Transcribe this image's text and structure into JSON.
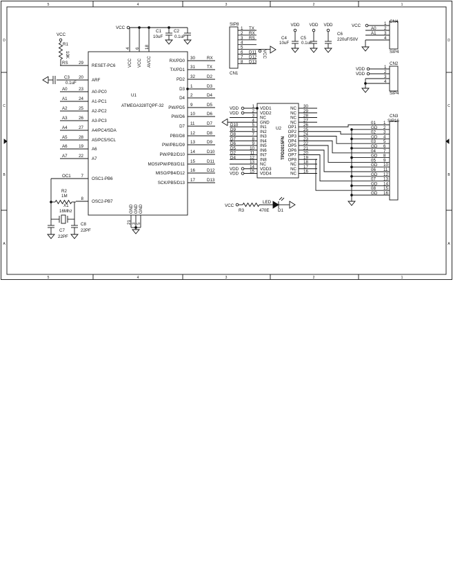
{
  "frame": {
    "columns": [
      "5",
      "4",
      "3",
      "2",
      "1"
    ],
    "rows": [
      "D",
      "C",
      "B",
      "A"
    ]
  },
  "u1": {
    "ref": "U1",
    "part": "ATMEGA328TQPF-32",
    "top": [
      {
        "pin": "4",
        "name": "VCC"
      },
      {
        "pin": "6",
        "name": "VCC"
      },
      {
        "pin": "18",
        "name": "AVCC"
      }
    ],
    "bottom": [
      {
        "pin": "21",
        "name": "GND"
      },
      {
        "pin": "3",
        "name": "GND"
      },
      {
        "pin": "5",
        "name": "GND"
      }
    ],
    "left": [
      {
        "pin": "29",
        "name": "RESET-PC6",
        "net": "RS"
      },
      {
        "pin": "20",
        "name": "ARF",
        "net": ""
      },
      {
        "pin": "23",
        "name": "A0-PC0",
        "net": "A0"
      },
      {
        "pin": "24",
        "name": "A1-PC1",
        "net": "A1"
      },
      {
        "pin": "25",
        "name": "A2-PC2",
        "net": "A2"
      },
      {
        "pin": "26",
        "name": "A3-PC3",
        "net": "A3"
      },
      {
        "pin": "27",
        "name": "A4/PC4/SDA",
        "net": "A4"
      },
      {
        "pin": "28",
        "name": "A5/PC5/SCL",
        "net": "A5"
      },
      {
        "pin": "19",
        "name": "A6",
        "net": "A6"
      },
      {
        "pin": "22",
        "name": "A7",
        "net": "A7"
      },
      {
        "pin": "7",
        "name": "OSC1-PB6",
        "net": "OC1"
      },
      {
        "pin": "8",
        "name": "OSC2-PB7",
        "net": ""
      }
    ],
    "right": [
      {
        "pin": "30",
        "name": "RX/PD0",
        "net": "RX"
      },
      {
        "pin": "31",
        "name": "TX/PD1",
        "net": "TX"
      },
      {
        "pin": "32",
        "name": "PD2",
        "net": "D2"
      },
      {
        "pin": "1",
        "name": "D3",
        "net": "D3"
      },
      {
        "pin": "2",
        "name": "D4",
        "net": "D4"
      },
      {
        "pin": "9",
        "name": "PW/PD5",
        "net": "D5"
      },
      {
        "pin": "10",
        "name": "PW/D6",
        "net": "D6"
      },
      {
        "pin": "11",
        "name": "D7",
        "net": "D7"
      },
      {
        "pin": "12",
        "name": "PB0/D8",
        "net": "D8"
      },
      {
        "pin": "13",
        "name": "PW/PB1/D9",
        "net": "D9"
      },
      {
        "pin": "14",
        "name": "PW/PB2/D10",
        "net": "D10"
      },
      {
        "pin": "15",
        "name": "MOSI/PW/PB3/D11",
        "net": "D11"
      },
      {
        "pin": "16",
        "name": "MISO/PB4/D12",
        "net": "D12"
      },
      {
        "pin": "17",
        "name": "SCK/PB5/D13",
        "net": "D13"
      }
    ]
  },
  "power": {
    "vcc": "VCC",
    "vdd": "VDD"
  },
  "parts": {
    "c1": {
      "ref": "C1",
      "value": "10uF"
    },
    "c2": {
      "ref": "C2",
      "value": "0.1uF"
    },
    "c3": {
      "ref": "C3",
      "value": "0.1uF"
    },
    "r1": {
      "ref": "R1",
      "value": "10K"
    },
    "r2": {
      "ref": "R2",
      "value": "1M"
    },
    "x1": {
      "ref": "X1",
      "value": "16Mhz"
    },
    "c7": {
      "ref": "C7",
      "value": "22PF"
    },
    "c8": {
      "ref": "C8",
      "value": "22PF"
    },
    "c4": {
      "ref": "C4",
      "value": "10uF"
    },
    "c5": {
      "ref": "C5",
      "value": "0.1uF"
    },
    "c6": {
      "ref": "C6",
      "value": "220uF/50V"
    },
    "r3": {
      "ref": "R3",
      "value": "470E"
    },
    "d1": {
      "ref": "D1",
      "value": "LED"
    }
  },
  "cn1": {
    "ref": "CN1",
    "type": "SIP8",
    "pins": [
      {
        "pin": "1",
        "net": "TX"
      },
      {
        "pin": "2",
        "net": "RX"
      },
      {
        "pin": "3",
        "net": "RS"
      },
      {
        "pin": "4",
        "net": ""
      },
      {
        "pin": "5",
        "net": ""
      },
      {
        "pin": "6",
        "net": "D11"
      },
      {
        "pin": "7",
        "net": "D12"
      },
      {
        "pin": "8",
        "net": "D13"
      }
    ]
  },
  "cn4": {
    "ref": "CN4",
    "type": "SIP4",
    "pins": [
      {
        "pin": "1",
        "net": ""
      },
      {
        "pin": "2",
        "net": "A0"
      },
      {
        "pin": "3",
        "net": "A1"
      },
      {
        "pin": "4",
        "net": ""
      }
    ]
  },
  "cn2": {
    "ref": "CN2",
    "type": "SIP4",
    "pins": [
      {
        "pin": "1",
        "net": ""
      },
      {
        "pin": "2",
        "net": ""
      },
      {
        "pin": "3",
        "net": ""
      },
      {
        "pin": "4",
        "net": ""
      }
    ]
  },
  "u2": {
    "ref": "U2",
    "part": "TPD2015FN",
    "left": [
      {
        "pin": "1",
        "name": "VDD1",
        "net": "VDD"
      },
      {
        "pin": "2",
        "name": "VDD2",
        "net": "VDD"
      },
      {
        "pin": "3",
        "name": "NC",
        "net": ""
      },
      {
        "pin": "4",
        "name": "GND",
        "net": ""
      },
      {
        "pin": "5",
        "name": "IN1",
        "net": "D10"
      },
      {
        "pin": "6",
        "name": "IN2",
        "net": "D9"
      },
      {
        "pin": "7",
        "name": "IN3",
        "net": "D8"
      },
      {
        "pin": "8",
        "name": "IN4",
        "net": "D7"
      },
      {
        "pin": "9",
        "name": "IN5",
        "net": "D6"
      },
      {
        "pin": "10",
        "name": "IN6",
        "net": "D5"
      },
      {
        "pin": "11",
        "name": "IN7",
        "net": "D2"
      },
      {
        "pin": "12",
        "name": "IN8",
        "net": "D4"
      },
      {
        "pin": "13",
        "name": "NC",
        "net": ""
      },
      {
        "pin": "14",
        "name": "VDD3",
        "net": "VDD"
      },
      {
        "pin": "15",
        "name": "VDD4",
        "net": "VDD"
      }
    ],
    "right": [
      {
        "pin": "30",
        "name": "NC"
      },
      {
        "pin": "29",
        "name": "NC"
      },
      {
        "pin": "28",
        "name": "NC"
      },
      {
        "pin": "27",
        "name": "NC"
      },
      {
        "pin": "26",
        "name": "OP1"
      },
      {
        "pin": "25",
        "name": "OP2"
      },
      {
        "pin": "24",
        "name": "OP3"
      },
      {
        "pin": "23",
        "name": "OP4"
      },
      {
        "pin": "22",
        "name": "OP5"
      },
      {
        "pin": "21",
        "name": "OP6"
      },
      {
        "pin": "20",
        "name": "OP7"
      },
      {
        "pin": "19",
        "name": "OP8"
      },
      {
        "pin": "18",
        "name": "NC"
      },
      {
        "pin": "17",
        "name": "NC"
      },
      {
        "pin": "16",
        "name": "NC"
      }
    ]
  },
  "cn3": {
    "ref": "CN3",
    "type": "SIP16",
    "pins": [
      {
        "pin": "1",
        "net": "01"
      },
      {
        "pin": "2",
        "net": "GD"
      },
      {
        "pin": "3",
        "net": "02"
      },
      {
        "pin": "4",
        "net": "GD"
      },
      {
        "pin": "5",
        "net": "03"
      },
      {
        "pin": "6",
        "net": "GD"
      },
      {
        "pin": "7",
        "net": "04"
      },
      {
        "pin": "8",
        "net": "GD"
      },
      {
        "pin": "9",
        "net": "05"
      },
      {
        "pin": "10",
        "net": "GD"
      },
      {
        "pin": "11",
        "net": "06"
      },
      {
        "pin": "12",
        "net": "GD"
      },
      {
        "pin": "13",
        "net": "07"
      },
      {
        "pin": "14",
        "net": "GD"
      },
      {
        "pin": "15",
        "net": "08"
      },
      {
        "pin": "16",
        "net": "GD"
      }
    ]
  }
}
